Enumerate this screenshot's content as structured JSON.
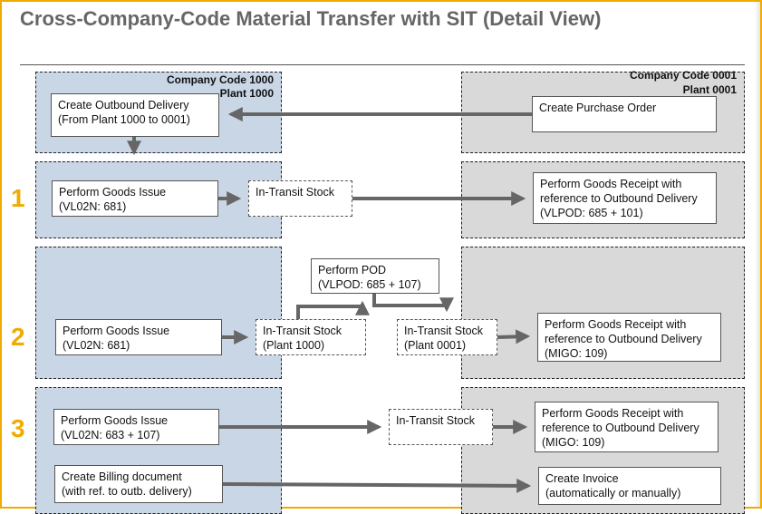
{
  "title": "Cross-Company-Code Material Transfer with SIT (Detail View)",
  "colors": {
    "frame": "#f0ab00",
    "step_number": "#f0ab00",
    "sender_lane": "#c9d6e5",
    "receiver_lane": "#d9d9d9",
    "arrow": "#666666",
    "title": "#666666"
  },
  "lanes": {
    "sender": {
      "company_code": "Company Code 1000",
      "plant": "Plant 1000"
    },
    "receiver": {
      "company_code": "Company Code 0001",
      "plant": "Plant 0001"
    }
  },
  "header_row": {
    "outbound_delivery": {
      "line1": "Create Outbound Delivery",
      "line2": "(From Plant 1000 to 0001)"
    },
    "purchase_order": {
      "line1": "Create Purchase Order"
    }
  },
  "steps": [
    {
      "number": "1",
      "goods_issue": {
        "line1": "Perform Goods Issue",
        "line2": "(VL02N: 681)"
      },
      "in_transit": {
        "line1": "In-Transit Stock"
      },
      "goods_receipt": {
        "line1": "Perform Goods Receipt with",
        "line2": "reference to Outbound Delivery",
        "line3": "(VLPOD: 685 + 101)"
      }
    },
    {
      "number": "2",
      "goods_issue": {
        "line1": "Perform Goods Issue",
        "line2": "(VL02N: 681)"
      },
      "in_transit_sender": {
        "line1": "In-Transit Stock",
        "line2": "(Plant 1000)"
      },
      "pod": {
        "line1": "Perform POD",
        "line2": "(VLPOD: 685 + 107)"
      },
      "in_transit_receiver": {
        "line1": "In-Transit Stock",
        "line2": "(Plant 0001)"
      },
      "goods_receipt": {
        "line1": "Perform Goods Receipt with",
        "line2": "reference to Outbound Delivery",
        "line3": "(MIGO: 109)"
      }
    },
    {
      "number": "3",
      "goods_issue": {
        "line1": "Perform Goods Issue",
        "line2": "(VL02N: 683 + 107)"
      },
      "in_transit": {
        "line1": "In-Transit Stock"
      },
      "goods_receipt": {
        "line1": "Perform Goods Receipt with",
        "line2": "reference to Outbound Delivery",
        "line3": "(MIGO: 109)"
      },
      "billing": {
        "line1": "Create Billing document",
        "line2": "(with ref. to outb. delivery)"
      },
      "invoice": {
        "line1": "Create Invoice",
        "line2": "(automatically or manually)"
      }
    }
  ]
}
